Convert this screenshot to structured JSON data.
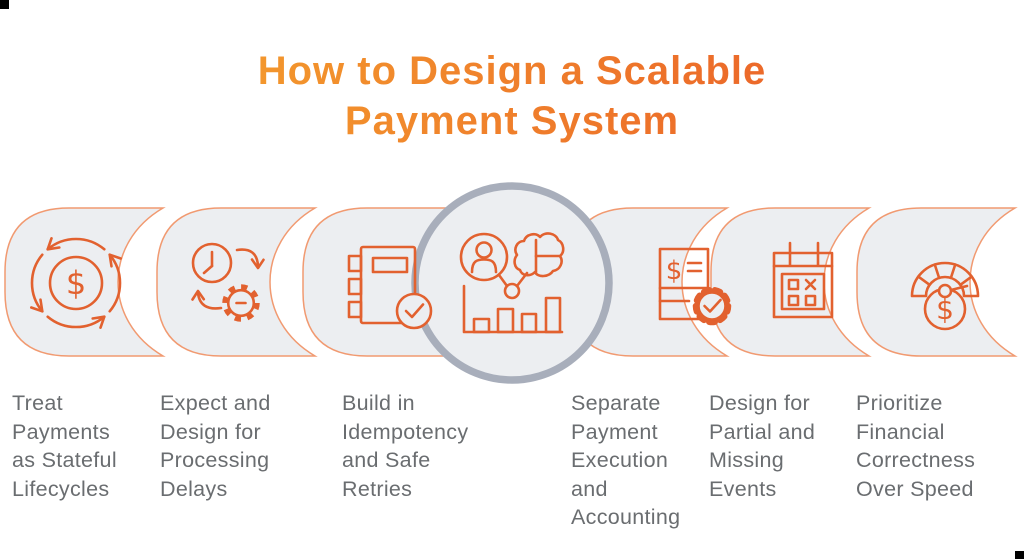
{
  "title": {
    "text": "How to Design a Scalable\nPayment System"
  },
  "steps": [
    {
      "label": "Treat\nPayments\nas Stateful\nLifecycles",
      "icon": "dollar-cycle-icon"
    },
    {
      "label": "Expect and\nDesign for\nProcessing\nDelays",
      "icon": "clock-gear-icon"
    },
    {
      "label": "Build in\nIdempotency\nand Safe\nRetries",
      "icon": "ledger-check-icon"
    },
    {
      "label": "Separate\nPayment\nExecution\nand\nAccounting",
      "icon": "invoice-gear-check-icon"
    },
    {
      "label": "Design for\nPartial and\nMissing\nEvents",
      "icon": "calendar-missing-events-icon"
    },
    {
      "label": "Prioritize\nFinancial\nCorrectness\nOver Speed",
      "icon": "money-speed-gauge-icon"
    }
  ],
  "center_highlight": {
    "icon": "analytics-person-brain-chart-icon"
  },
  "colors": {
    "title_gradient_start": "#F5A42E",
    "title_gradient_end": "#EB6429",
    "icon_stroke": "#E2612F",
    "shape_outline": "#F19A71",
    "shape_fill": "#ECEEF1",
    "highlight_ring": "#A8AEBB",
    "label_text": "#6A6D70"
  }
}
